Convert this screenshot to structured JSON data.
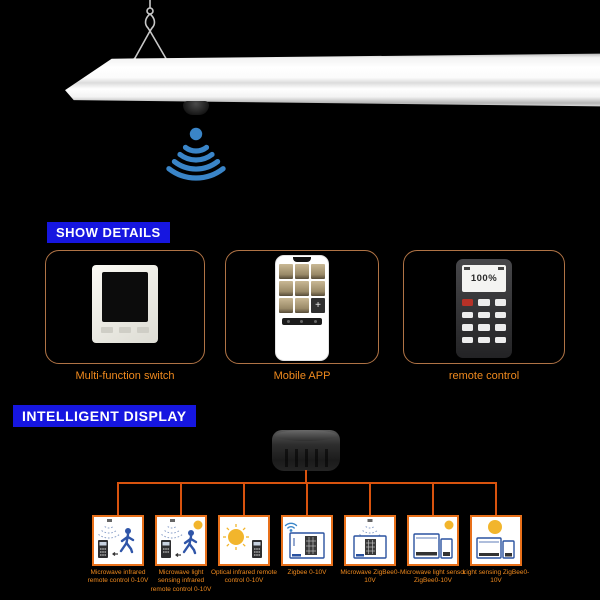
{
  "show_details": {
    "title": "SHOW DETAILS",
    "items": [
      {
        "label": "Multi-function switch"
      },
      {
        "label": "Mobile APP"
      },
      {
        "label": "remote control"
      }
    ],
    "phone_plus_tile": "+",
    "remote_display": "100%"
  },
  "intelligent_display": {
    "title": "INTELLIGENT DISPLAY",
    "nodes": [
      {
        "label": "Microwave infrared remote control 0-10V"
      },
      {
        "label": "Microwave light sensing infrared remote control 0-10V"
      },
      {
        "label": "Optical infrared remote control 0-10V"
      },
      {
        "label": "Zigbee 0-10V"
      },
      {
        "label": "Microwave ZigBee0-10V"
      },
      {
        "label": "Microwave light sensor ZigBee0-10V"
      },
      {
        "label": "Light sensing ZigBee0-10V"
      }
    ]
  },
  "colors": {
    "heading_bg": "#1616e0",
    "label_orange": "#f08a1e",
    "tree_line_orange": "#d9530e",
    "node_border_orange": "#e8701a",
    "signal_blue": "#3a85c8",
    "sun_yellow": "#f2b52c",
    "person_blue": "#2f55a8"
  }
}
